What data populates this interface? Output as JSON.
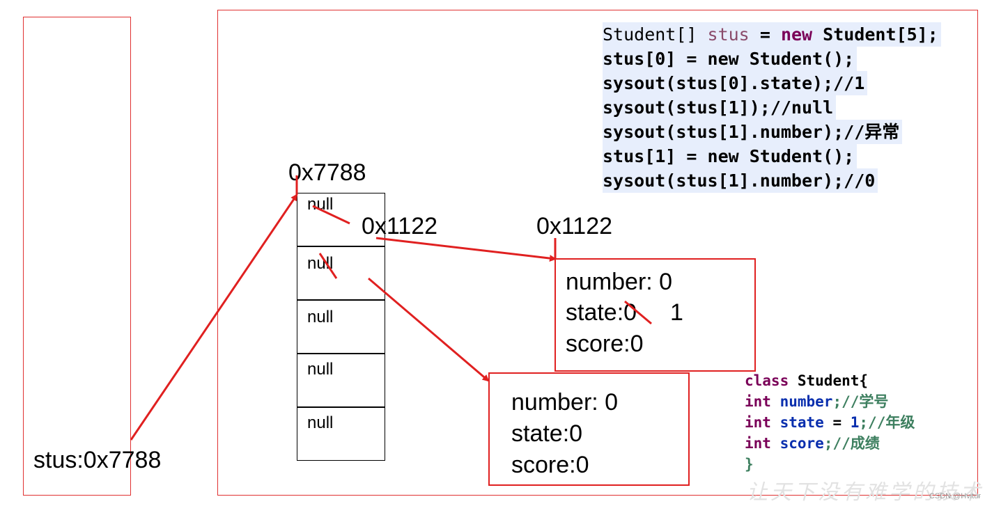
{
  "stack": {
    "var_label": "stus:0x7788"
  },
  "array": {
    "address": "0x7788",
    "cells": [
      "null",
      "null",
      "null",
      "null",
      "null"
    ],
    "cell0_new_value": "0x1122"
  },
  "object1": {
    "address": "0x1122",
    "fields": {
      "number": "number: 0",
      "state": "state:0",
      "state_new": "1",
      "score": "score:0"
    }
  },
  "object2": {
    "fields": {
      "number": "number: 0",
      "state": "state:0",
      "score": "score:0"
    }
  },
  "code": {
    "line1_type": "Student[]",
    "line1_var": "stus",
    "line1_eq": "=",
    "line1_new": "new",
    "line1_rest": "Student[5];",
    "line2": "stus[0] = new Student();",
    "line3": "sysout(stus[0].state);//1",
    "line4": "sysout(stus[1]);//null",
    "line5": "sysout(stus[1].number);//异常",
    "line6": "stus[1] = new Student();",
    "line7": "sysout(stus[1].number);//0"
  },
  "class_def": {
    "header_kw": "class",
    "header_name": "Student{",
    "type_kw": "int",
    "field1": "number",
    "field1_comment": ";//学号",
    "field2": "state",
    "field2_eq": " = ",
    "field2_value": "1",
    "field2_comment": ";//年级",
    "field3": "score",
    "field3_comment": ";//成绩",
    "close": "}"
  },
  "watermark": {
    "credit": "CSDN @Hvitur",
    "slogan": "让天下没有难学的技术"
  },
  "colors": {
    "accent_red": "#e02020",
    "keyword": "#7a0058",
    "field_blue": "#0a2fae",
    "comment_green": "#3d7f5f",
    "code_bg": "#e7eefc"
  }
}
